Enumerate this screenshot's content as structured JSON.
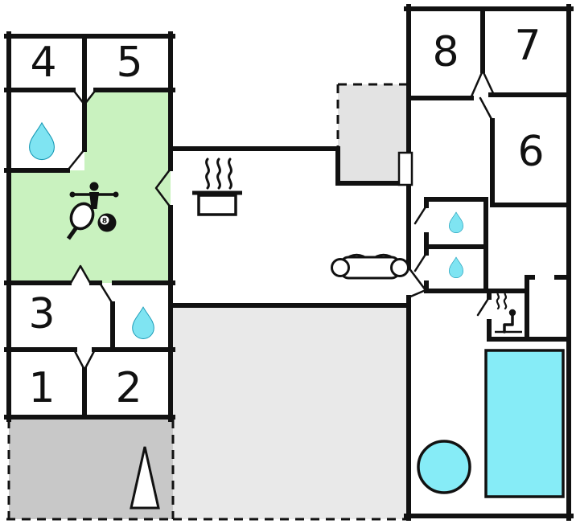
{
  "floorplan": {
    "rooms": [
      {
        "label": "4"
      },
      {
        "label": "5"
      },
      {
        "label": "3"
      },
      {
        "label": "1"
      },
      {
        "label": "2"
      },
      {
        "label": "8"
      },
      {
        "label": "7"
      },
      {
        "label": "6"
      }
    ],
    "eight_ball_number": "8",
    "colors": {
      "wall": "#111111",
      "activity_room_green": "#c9f2bf",
      "water_cyan": "#7fe4f2",
      "pool_cyan": "#86ecf7",
      "garage_gray": "#c8c8c8",
      "terrace_gray": "#e9e9e9",
      "porch_gray": "#e3e3e3",
      "background": "#ffffff"
    },
    "icon_names": [
      "water-drop",
      "cooking-pot",
      "steam",
      "sofa",
      "table-football",
      "table-tennis-paddle",
      "eight-ball",
      "sauna-person",
      "swimming-pool",
      "hot-tub",
      "boat-triangle",
      "front-door"
    ]
  }
}
